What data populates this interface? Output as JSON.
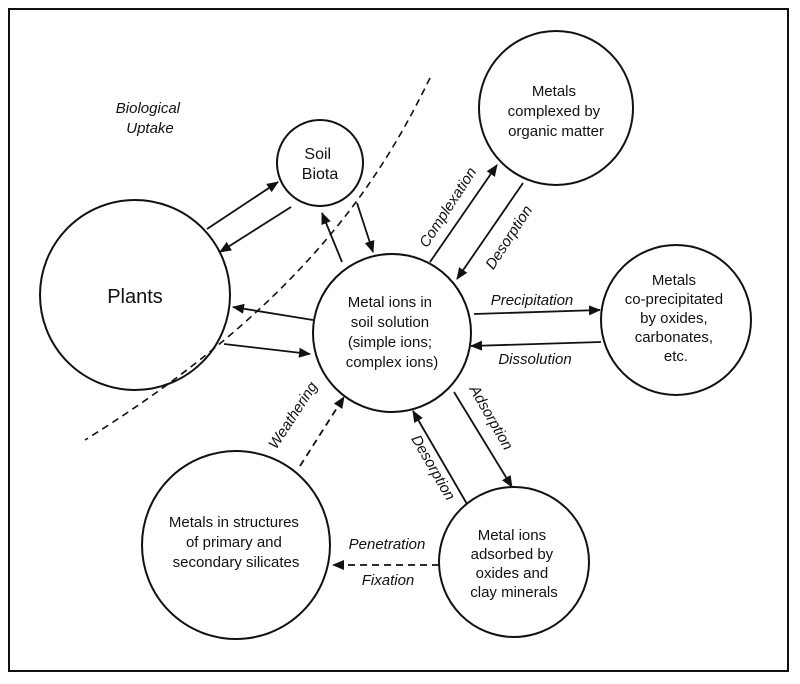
{
  "region_label": [
    "Biological",
    "Uptake"
  ],
  "nodes": {
    "plants": [
      "Plants"
    ],
    "soil_biota": [
      "Soil",
      "Biota"
    ],
    "metal_ions_solution": [
      "Metal ions in",
      "soil solution",
      "(simple ions;",
      "complex ions)"
    ],
    "complexed_organic": [
      "Metals",
      "complexed by",
      "organic matter"
    ],
    "coprecipitated": [
      "Metals",
      "co-precipitated",
      "by oxides,",
      "carbonates,",
      "etc."
    ],
    "adsorbed_oxides": [
      "Metal ions",
      "adsorbed by",
      "oxides and",
      "clay minerals"
    ],
    "silicates": [
      "Metals in structures",
      "of primary and",
      "secondary silicates"
    ]
  },
  "processes": {
    "complexation": "Complexation",
    "desorption_organic": "Desorption",
    "precipitation": "Precipitation",
    "dissolution": "Dissolution",
    "adsorption": "Adsorption",
    "desorption_clay": "Desorption",
    "weathering": "Weathering",
    "penetration": "Penetration",
    "fixation": "Fixation"
  }
}
